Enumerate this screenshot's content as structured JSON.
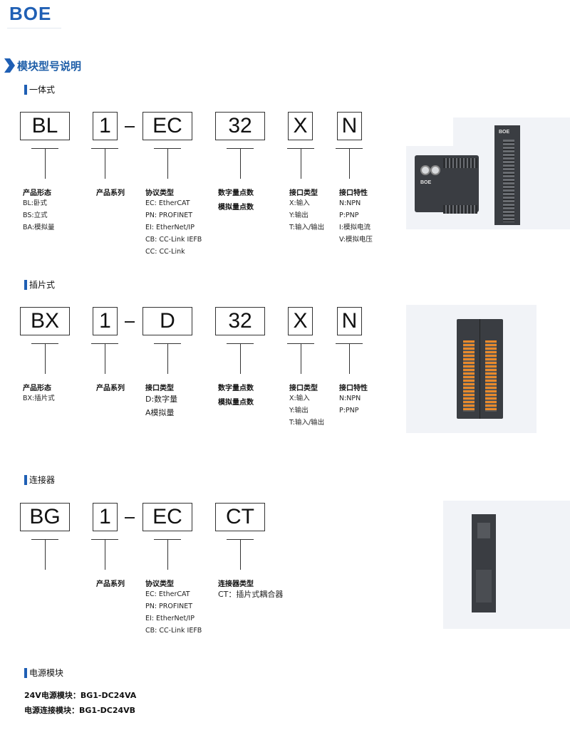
{
  "logo": "BOE",
  "section_title": "模块型号说明",
  "groups": [
    {
      "title": "一体式",
      "boxes": [
        "BL",
        "1",
        "EC",
        "32",
        "X",
        "N"
      ],
      "cols": [
        {
          "label": "产品形态",
          "values": [
            "BL:卧式",
            "BS:立式",
            "BA:模拟量"
          ]
        },
        {
          "label": "产品系列",
          "values": []
        },
        {
          "label": "协议类型",
          "values": [
            "EC: EtherCAT",
            "PN: PROFINET",
            "EI: EtherNet/IP",
            "CB: CC-Link IEFB",
            "CC: CC-Link"
          ]
        },
        {
          "label": "数字量点数",
          "values": [],
          "label2": "模拟量点数"
        },
        {
          "label": "接口类型",
          "values": [
            "X:输入",
            "Y:输出",
            "T:输入/输出"
          ]
        },
        {
          "label": "接口特性",
          "values": [
            "N:NPN",
            "P:PNP",
            "I:模拟电流",
            "V:模拟电压"
          ]
        }
      ]
    },
    {
      "title": "插片式",
      "boxes": [
        "BX",
        "1",
        "D",
        "32",
        "X",
        "N"
      ],
      "cols": [
        {
          "label": "产品形态",
          "values": [
            "BX:插片式"
          ]
        },
        {
          "label": "产品系列",
          "values": []
        },
        {
          "label": "接口类型",
          "values": [
            "D:数字量",
            "A模拟量"
          ]
        },
        {
          "label": "数字量点数",
          "values": [],
          "label2": "模拟量点数"
        },
        {
          "label": "接口类型",
          "values": [
            "X:输入",
            "Y:输出",
            "T:输入/输出"
          ]
        },
        {
          "label": "接口特性",
          "values": [
            "N:NPN",
            "P:PNP"
          ]
        }
      ]
    },
    {
      "title": "连接器",
      "boxes": [
        "BG",
        "1",
        "EC",
        "CT"
      ],
      "cols": [
        {
          "label": "",
          "values": []
        },
        {
          "label": "产品系列",
          "values": []
        },
        {
          "label": "协议类型",
          "values": [
            "EC: EtherCAT",
            "PN: PROFINET",
            "EI: EtherNet/IP",
            "CB: CC-Link IEFB"
          ]
        },
        {
          "label": "连接器类型",
          "values": [
            "CT：插片式耦合器"
          ]
        }
      ]
    }
  ],
  "power": {
    "title": "电源模块",
    "lines": [
      "24V电源模块：BG1-DC24VA",
      "电源连接模块：BG1-DC24VB"
    ]
  },
  "photo_text": {
    "brand": "BOE"
  },
  "colors": {
    "accent": "#1f5fb4",
    "terminal": "#e8892b",
    "module": "#3a3d42"
  }
}
